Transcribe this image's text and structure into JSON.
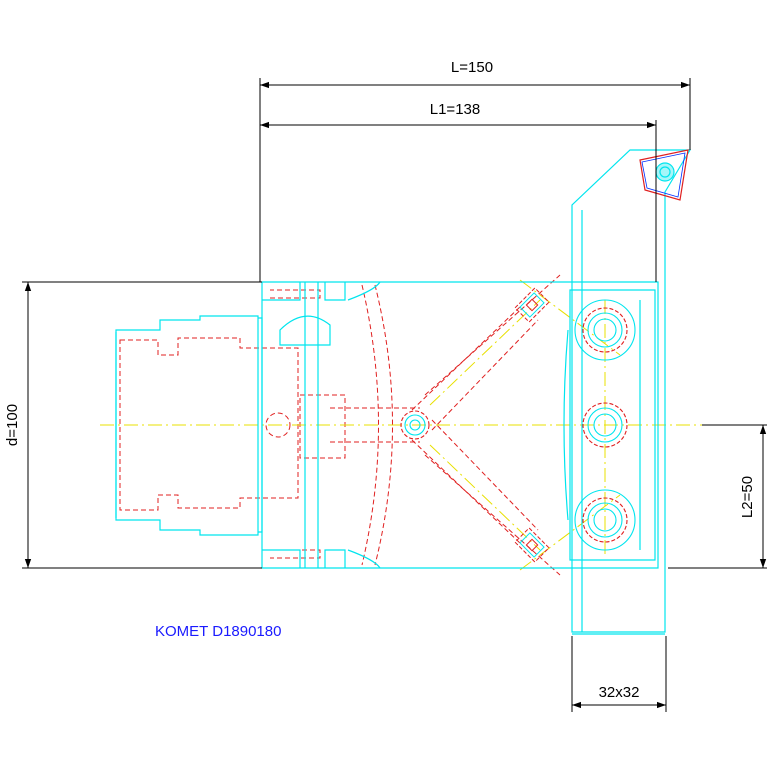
{
  "drawing": {
    "title": "KOMET D1890180",
    "dimensions": {
      "total_length": "L=150",
      "length_l1": "L1=138",
      "diameter": "d=100",
      "length_l2": "L2=50",
      "shank_section": "32x32"
    },
    "colors": {
      "outline": "#00e5ee",
      "hidden": "#e02020",
      "centerline": "#e8e000",
      "dimension": "#000000",
      "title": "#1a1aff"
    }
  }
}
